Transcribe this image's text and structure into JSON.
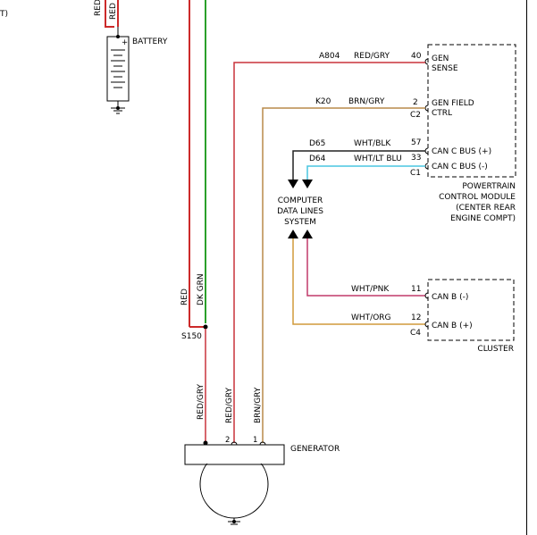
{
  "colors": {
    "red": "#cc2a2a",
    "red_gry": "#c8323a",
    "green": "#2aa02a",
    "brn_gry": "#b88a4a",
    "wht_blk": "#222222",
    "wht_ltblu": "#49c6e0",
    "wht_pnk": "#c03a6a",
    "wht_org": "#d09a3a"
  },
  "top_left": {
    "cut_text": "T)",
    "wire1_label": "RED",
    "wire2_label": "RED"
  },
  "battery": {
    "label": "BATTERY",
    "plus": "+"
  },
  "pcm": {
    "pins": {
      "p40": "40",
      "p2": "2",
      "p57": "57",
      "p33": "33"
    },
    "connectors": {
      "c2": "C2",
      "c1": "C1"
    },
    "pin_labels": {
      "gen_sense_1": "GEN",
      "gen_sense_2": "SENSE",
      "gen_field_1": "GEN FIELD",
      "gen_field_2": "CTRL",
      "can_c_plus": "CAN C BUS (+)",
      "can_c_minus": "CAN C BUS (-)"
    },
    "title": [
      "POWERTRAIN",
      "CONTROL MODULE",
      "(CENTER REAR",
      "ENGINE COMPT)"
    ]
  },
  "wires": {
    "a804": {
      "circuit": "A804",
      "color": "RED/GRY"
    },
    "k20": {
      "circuit": "K20",
      "color": "BRN/GRY"
    },
    "d65": {
      "circuit": "D65",
      "color": "WHT/BLK"
    },
    "d64": {
      "circuit": "D64",
      "color": "WHT/LT BLU"
    },
    "wht_pnk": {
      "color": "WHT/PNK"
    },
    "wht_org": {
      "color": "WHT/ORG"
    },
    "red": "RED",
    "dk_grn": "DK GRN",
    "gen_red_gry_1": "RED/GRY",
    "gen_red_gry_2": "RED/GRY",
    "gen_brn_gry": "BRN/GRY"
  },
  "data_lines": [
    "COMPUTER",
    "DATA LINES",
    "SYSTEM"
  ],
  "cluster": {
    "pins": {
      "p11": "11",
      "p12": "12"
    },
    "connector": "C4",
    "pin_labels": {
      "can_b_minus": "CAN B (-)",
      "can_b_plus": "CAN B (+)"
    },
    "title": "CLUSTER"
  },
  "splice": "S150",
  "generator": {
    "label": "GENERATOR",
    "pin2": "2",
    "pin1": "1"
  }
}
